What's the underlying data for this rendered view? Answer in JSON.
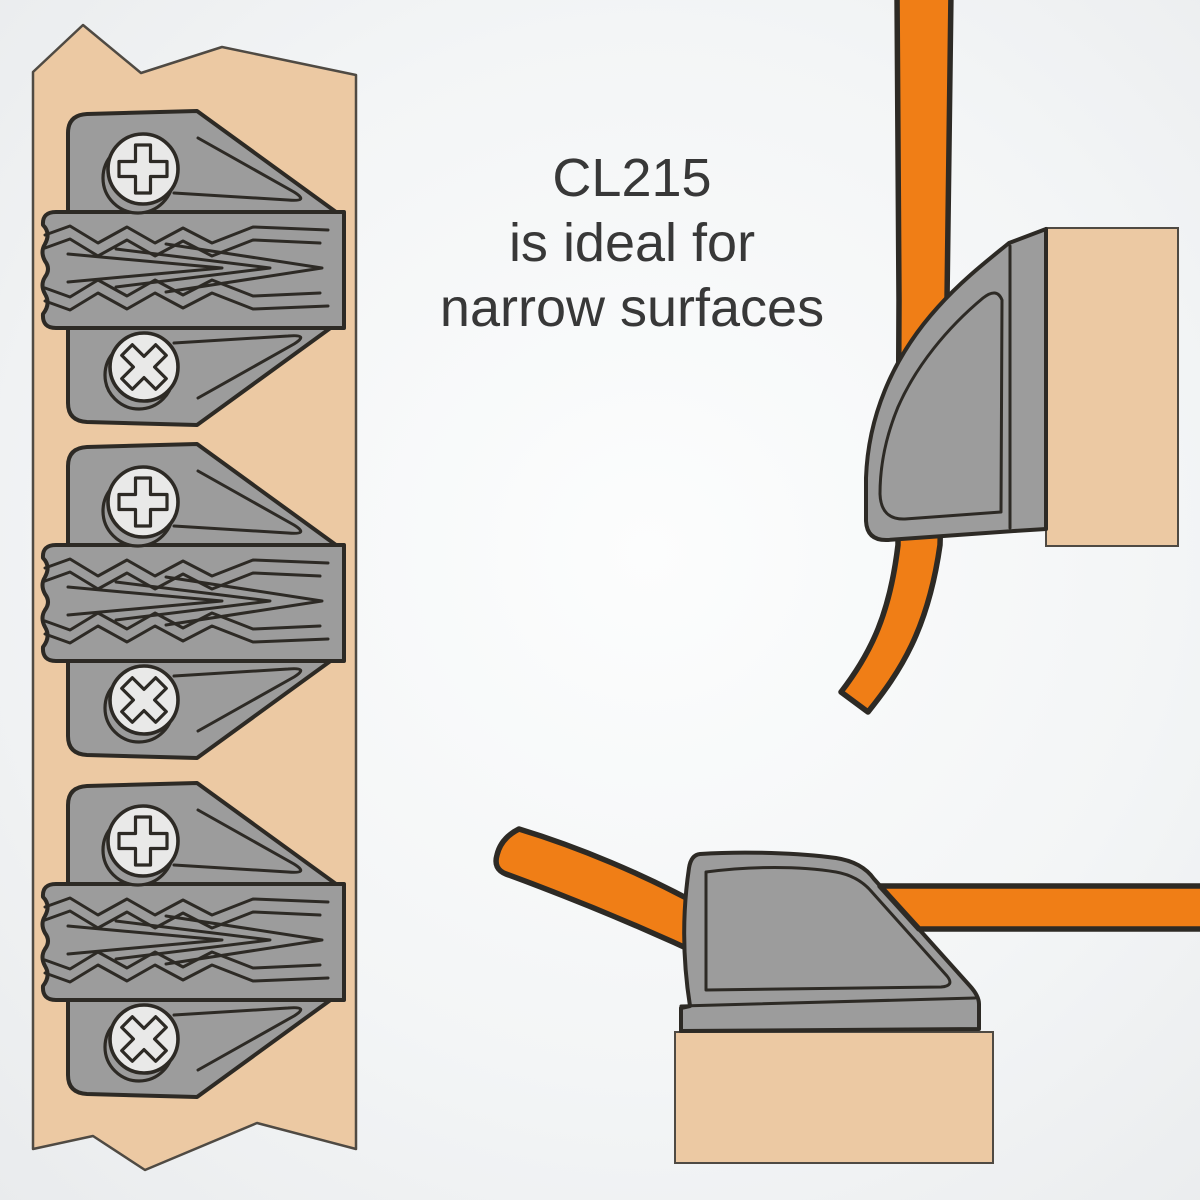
{
  "caption": {
    "lines": [
      "CL215",
      "is ideal for",
      "narrow surfaces"
    ]
  },
  "colors": {
    "ink": "#2d2a25",
    "gray": "#9c9c9c",
    "screw": "#e9e9e8",
    "wood": "#ecc9a3",
    "woodline": "#4f4a43",
    "orange": "#f07e16",
    "bg_center": "#fcfdfd",
    "bg_mid": "#f3f5f6",
    "bg_edge": "#e8eaec",
    "text": "#383838"
  },
  "figures": {
    "front_view": {
      "description": "three CL215 cable clamps fastened on a narrow wooden board",
      "clamp_count": 3,
      "top_screw_drive": "plus",
      "bottom_screw_drive": "cross"
    },
    "top_right_view": {
      "description": "side view of clamp on wood block guiding a vertical orange cable"
    },
    "bottom_view": {
      "description": "side view of clamp on wood block guiding a horizontal orange cable"
    }
  }
}
